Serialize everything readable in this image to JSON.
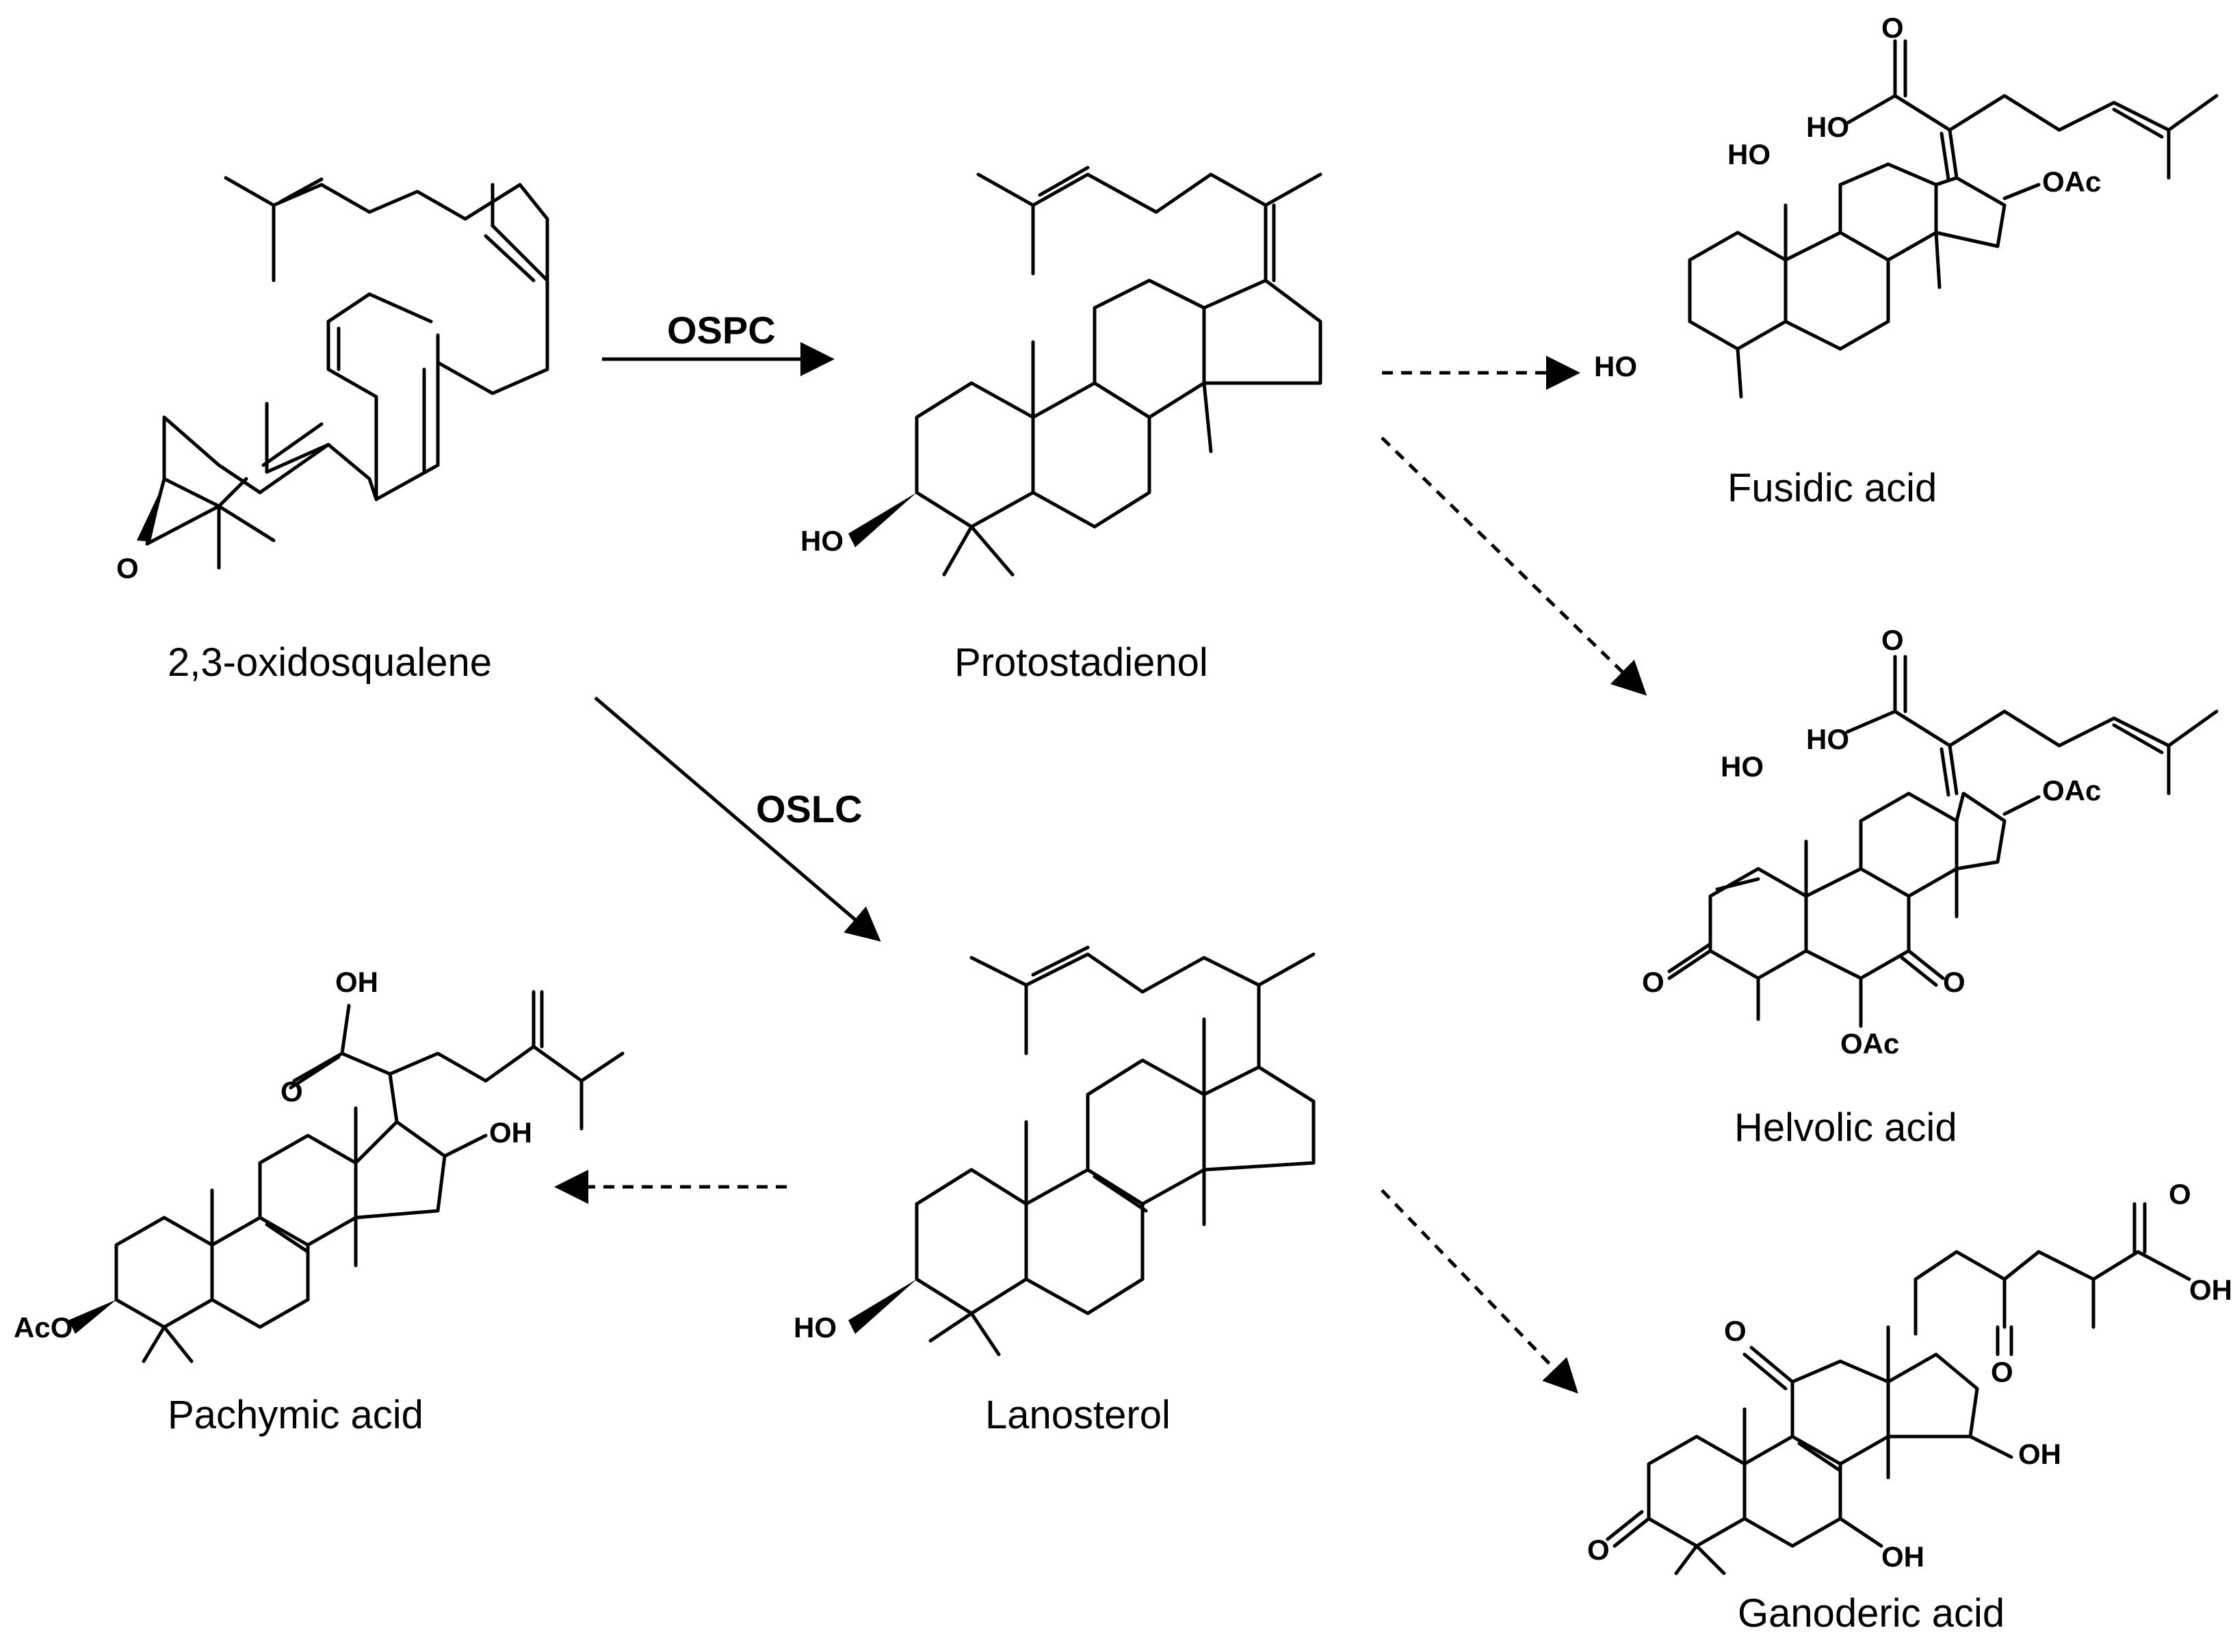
{
  "compounds": {
    "oxidosqualene": "2,3-oxidosqualene",
    "protostadienol": "Protostadienol",
    "lanosterol": "Lanosterol",
    "fusidic": "Fusidic acid",
    "helvolic": "Helvolic acid",
    "ganoderic": "Ganoderic acid",
    "pachymic": "Pachymic acid"
  },
  "enzymes": {
    "ospc": "OSPC",
    "oslc": "OSLC"
  },
  "atoms": {
    "ho": "HO",
    "oh": "OH",
    "o": "O",
    "oac": "OAc",
    "aco": "AcO"
  }
}
